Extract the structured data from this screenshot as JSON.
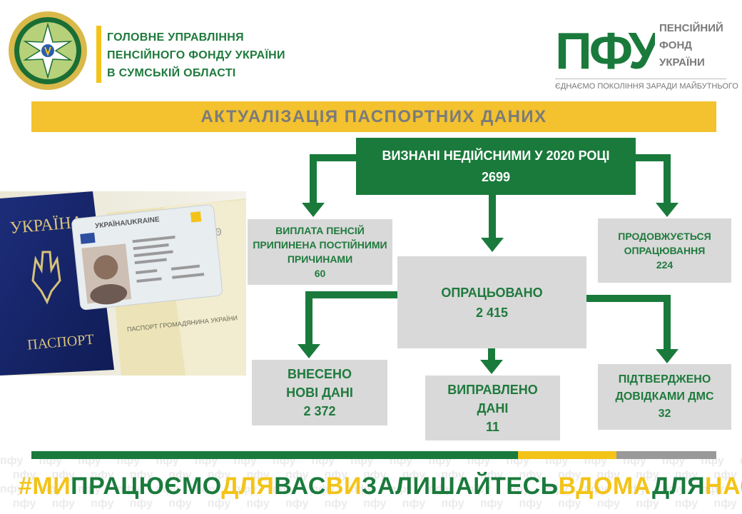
{
  "header": {
    "org_lines": [
      "ГОЛОВНЕ УПРАВЛІННЯ",
      "ПЕНСІЙНОГО ФОНДУ УКРАЇНИ",
      "В СУМСЬКІЙ ОБЛАСТІ"
    ],
    "pfu_lines": [
      "ПЕНСІЙНИЙ",
      "ФОНД",
      "УКРАЇНИ"
    ],
    "pfu_logo_text": "ПФУ",
    "pfu_slogan": "ЄДНАЄМО ПОКОЛІННЯ ЗАРАДИ МАЙБУТНЬОГО"
  },
  "banner": {
    "title": "АКТУАЛІЗАЦІЯ ПАСПОРТНИХ ДАНИХ"
  },
  "diagram": {
    "top": {
      "line1": "ВИЗНАНІ НЕДІЙСНИМИ У 2020 РОЦІ",
      "value": "2699"
    },
    "left": {
      "line1": "ВИПЛАТА ПЕНСІЙ",
      "line2": "ПРИПИНЕНА ПОСТІЙНИМИ",
      "line3": "ПРИЧИНАМИ",
      "value": "60"
    },
    "right": {
      "line1": "ПРОДОВЖУЄТЬСЯ",
      "line2": "ОПРАЦЮВАННЯ",
      "value": "224"
    },
    "center": {
      "line1": "ОПРАЦЬОВАНО",
      "value": "2 415"
    },
    "bottom_left": {
      "line1": "ВНЕСЕНО",
      "line2": "НОВІ ДАНІ",
      "value": "2 372"
    },
    "bottom_mid": {
      "line1": "ВИПРАВЛЕНО",
      "line2": "ДАНІ",
      "value": "11"
    },
    "bottom_right": {
      "line1": "ПІДТВЕРДЖЕНО",
      "line2": "ДОВІДКАМИ ДМС",
      "value": "32"
    }
  },
  "passport": {
    "cover_country": "УКРАЇНА",
    "cover_title": "ПАСПОРТ",
    "card_header": "УКРАЇНА/UKRAINE",
    "card_footer": "ПАСПОРТ ГРОМАДЯНИНА УКРАЇНИ"
  },
  "watermark_text": "пфу",
  "footer": {
    "hashtag_parts": [
      {
        "text": "#МИ",
        "color": "yellow"
      },
      {
        "text": "ПРАЦЮЄМО",
        "color": "green"
      },
      {
        "text": "ДЛЯ",
        "color": "yellow"
      },
      {
        "text": "ВАС",
        "color": "green"
      },
      {
        "text": "ВИ",
        "color": "yellow"
      },
      {
        "text": "ЗАЛИШАЙТЕСЬ",
        "color": "green"
      },
      {
        "text": "ВДОМА",
        "color": "yellow"
      },
      {
        "text": "ДЛЯ",
        "color": "green"
      },
      {
        "text": "НАС!",
        "color": "yellow"
      }
    ]
  },
  "colors": {
    "green": "#1a7a3c",
    "yellow": "#f3c318",
    "gray_box": "#d9d9d9",
    "title_gray": "#7b7b7b"
  }
}
